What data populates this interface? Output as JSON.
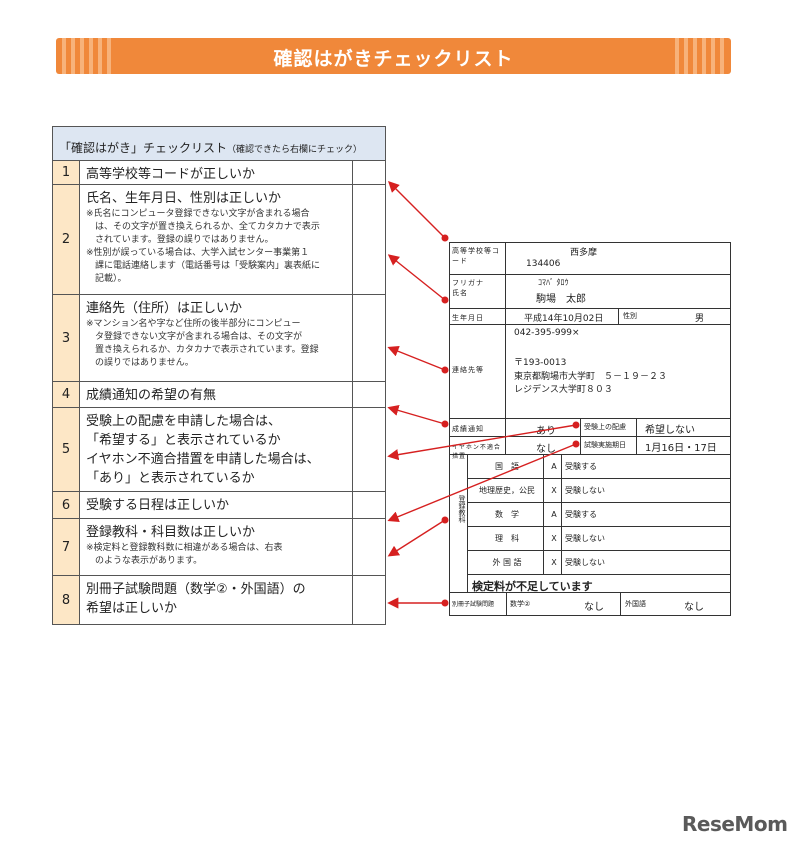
{
  "banner": {
    "title": "確認はがきチェックリスト"
  },
  "checklist": {
    "header": "「確認はがき」チェックリスト",
    "header_note": "（確認できたら右欄にチェック）",
    "rows": [
      {
        "num": "1",
        "main": [
          "高等学校等コードが正しいか"
        ],
        "sub": []
      },
      {
        "num": "2",
        "main": [
          "氏名、生年月日、性別は正しいか"
        ],
        "sub": [
          "※氏名にコンピュータ登録できない文字が含まれる場合",
          "は、その文字が置き換えられるか、全てカタカナで表示",
          "されています。登録の誤りではありません。",
          "※性別が誤っている場合は、大学入試センター事業第１",
          "課に電話連絡します（電話番号は「受験案内」裏表紙に",
          "記載）。"
        ]
      },
      {
        "num": "3",
        "main": [
          "連絡先（住所）は正しいか"
        ],
        "sub": [
          "※マンション名や字など住所の後半部分にコンピュー",
          "タ登録できない文字が含まれる場合は、その文字が",
          "置き換えられるか、カタカナで表示されています。登録",
          "の誤りではありません。"
        ]
      },
      {
        "num": "4",
        "main": [
          "成績通知の希望の有無"
        ],
        "sub": []
      },
      {
        "num": "5",
        "main": [
          "受験上の配慮を申請した場合は、",
          "「希望する」と表示されているか",
          "イヤホン不適合措置を申請した場合は、",
          "「あり」と表示されているか"
        ],
        "sub": []
      },
      {
        "num": "6",
        "main": [
          "受験する日程は正しいか"
        ],
        "sub": []
      },
      {
        "num": "7",
        "main": [
          "登録教科・科目数は正しいか"
        ],
        "sub": [
          "※検定料と登録教科数に相違がある場合は、右表",
          "のような表示があります。"
        ]
      },
      {
        "num": "8",
        "main": [
          "別冊子試験問題（数学②・外国語）の",
          "希望は正しいか"
        ],
        "sub": []
      }
    ]
  },
  "postcard": {
    "school_code_label": "高等学校等コード",
    "school_name": "西多摩",
    "school_code": "134406",
    "kana_label": "フリガナ",
    "name_label": "氏名",
    "kana": "ｺﾏﾊﾞ ﾀﾛｳ",
    "name": "駒場　太郎",
    "birth_label": "生年月日",
    "birth": "平成14年10月02日",
    "sex_label": "性別",
    "sex": "男",
    "contact_label": "連絡先等",
    "phone": "042-395-999×",
    "postal": "〒193-0013",
    "address1": "東京都駒場市大学町　５－１９－２３",
    "address2": "レジデンス大学町８０３",
    "score_label": "成績通知",
    "score": "あり",
    "accom_label": "受験上の配慮",
    "accom": "希望しない",
    "earphone_label": "イヤホン不適合措置",
    "earphone": "なし",
    "date_label": "試験実施期日",
    "date": "1月16日・17日",
    "subjects_label": "登録教科",
    "subjects": [
      {
        "name": "国　語",
        "code": "A",
        "status": "受験する"
      },
      {
        "name": "地理歴史，公民",
        "code": "X",
        "status": "受験しない"
      },
      {
        "name": "数　学",
        "code": "A",
        "status": "受験する"
      },
      {
        "name": "理　科",
        "code": "X",
        "status": "受験しない"
      },
      {
        "name": "外 国 語",
        "code": "X",
        "status": "受験しない"
      }
    ],
    "fee_notice": "検定料が不足しています",
    "booklet_label": "別冊子試験問題",
    "math2_label": "数学②",
    "math2": "なし",
    "foreign_label": "外国語",
    "foreign": "なし"
  },
  "logo": "ReseMom",
  "colors": {
    "banner": "#f0883a",
    "header_bg": "#dde6f2",
    "num_bg": "#fde7c6",
    "arrow": "#d62020"
  }
}
